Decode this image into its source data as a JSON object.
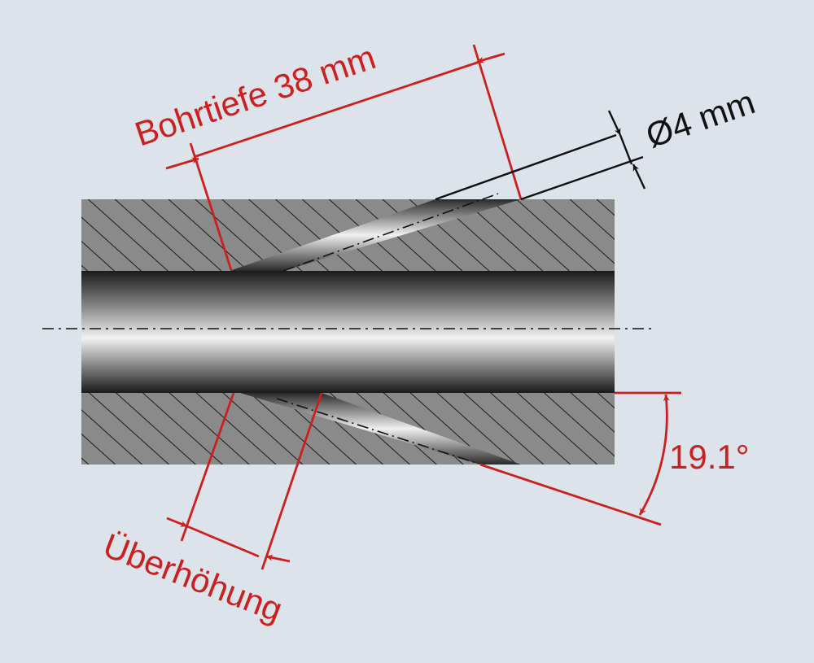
{
  "labels": {
    "drill_depth": "Bohrtiefe 38 mm",
    "diameter": "Ø4 mm",
    "angle": "19.1°",
    "overshoot": "Überhöhung"
  },
  "colors": {
    "background": "#dce3ea",
    "dimension_red": "#cc1f1f",
    "dimension_black": "#111111",
    "block_gray": "#8a8a8a",
    "hatch": "#1a1a1a"
  }
}
